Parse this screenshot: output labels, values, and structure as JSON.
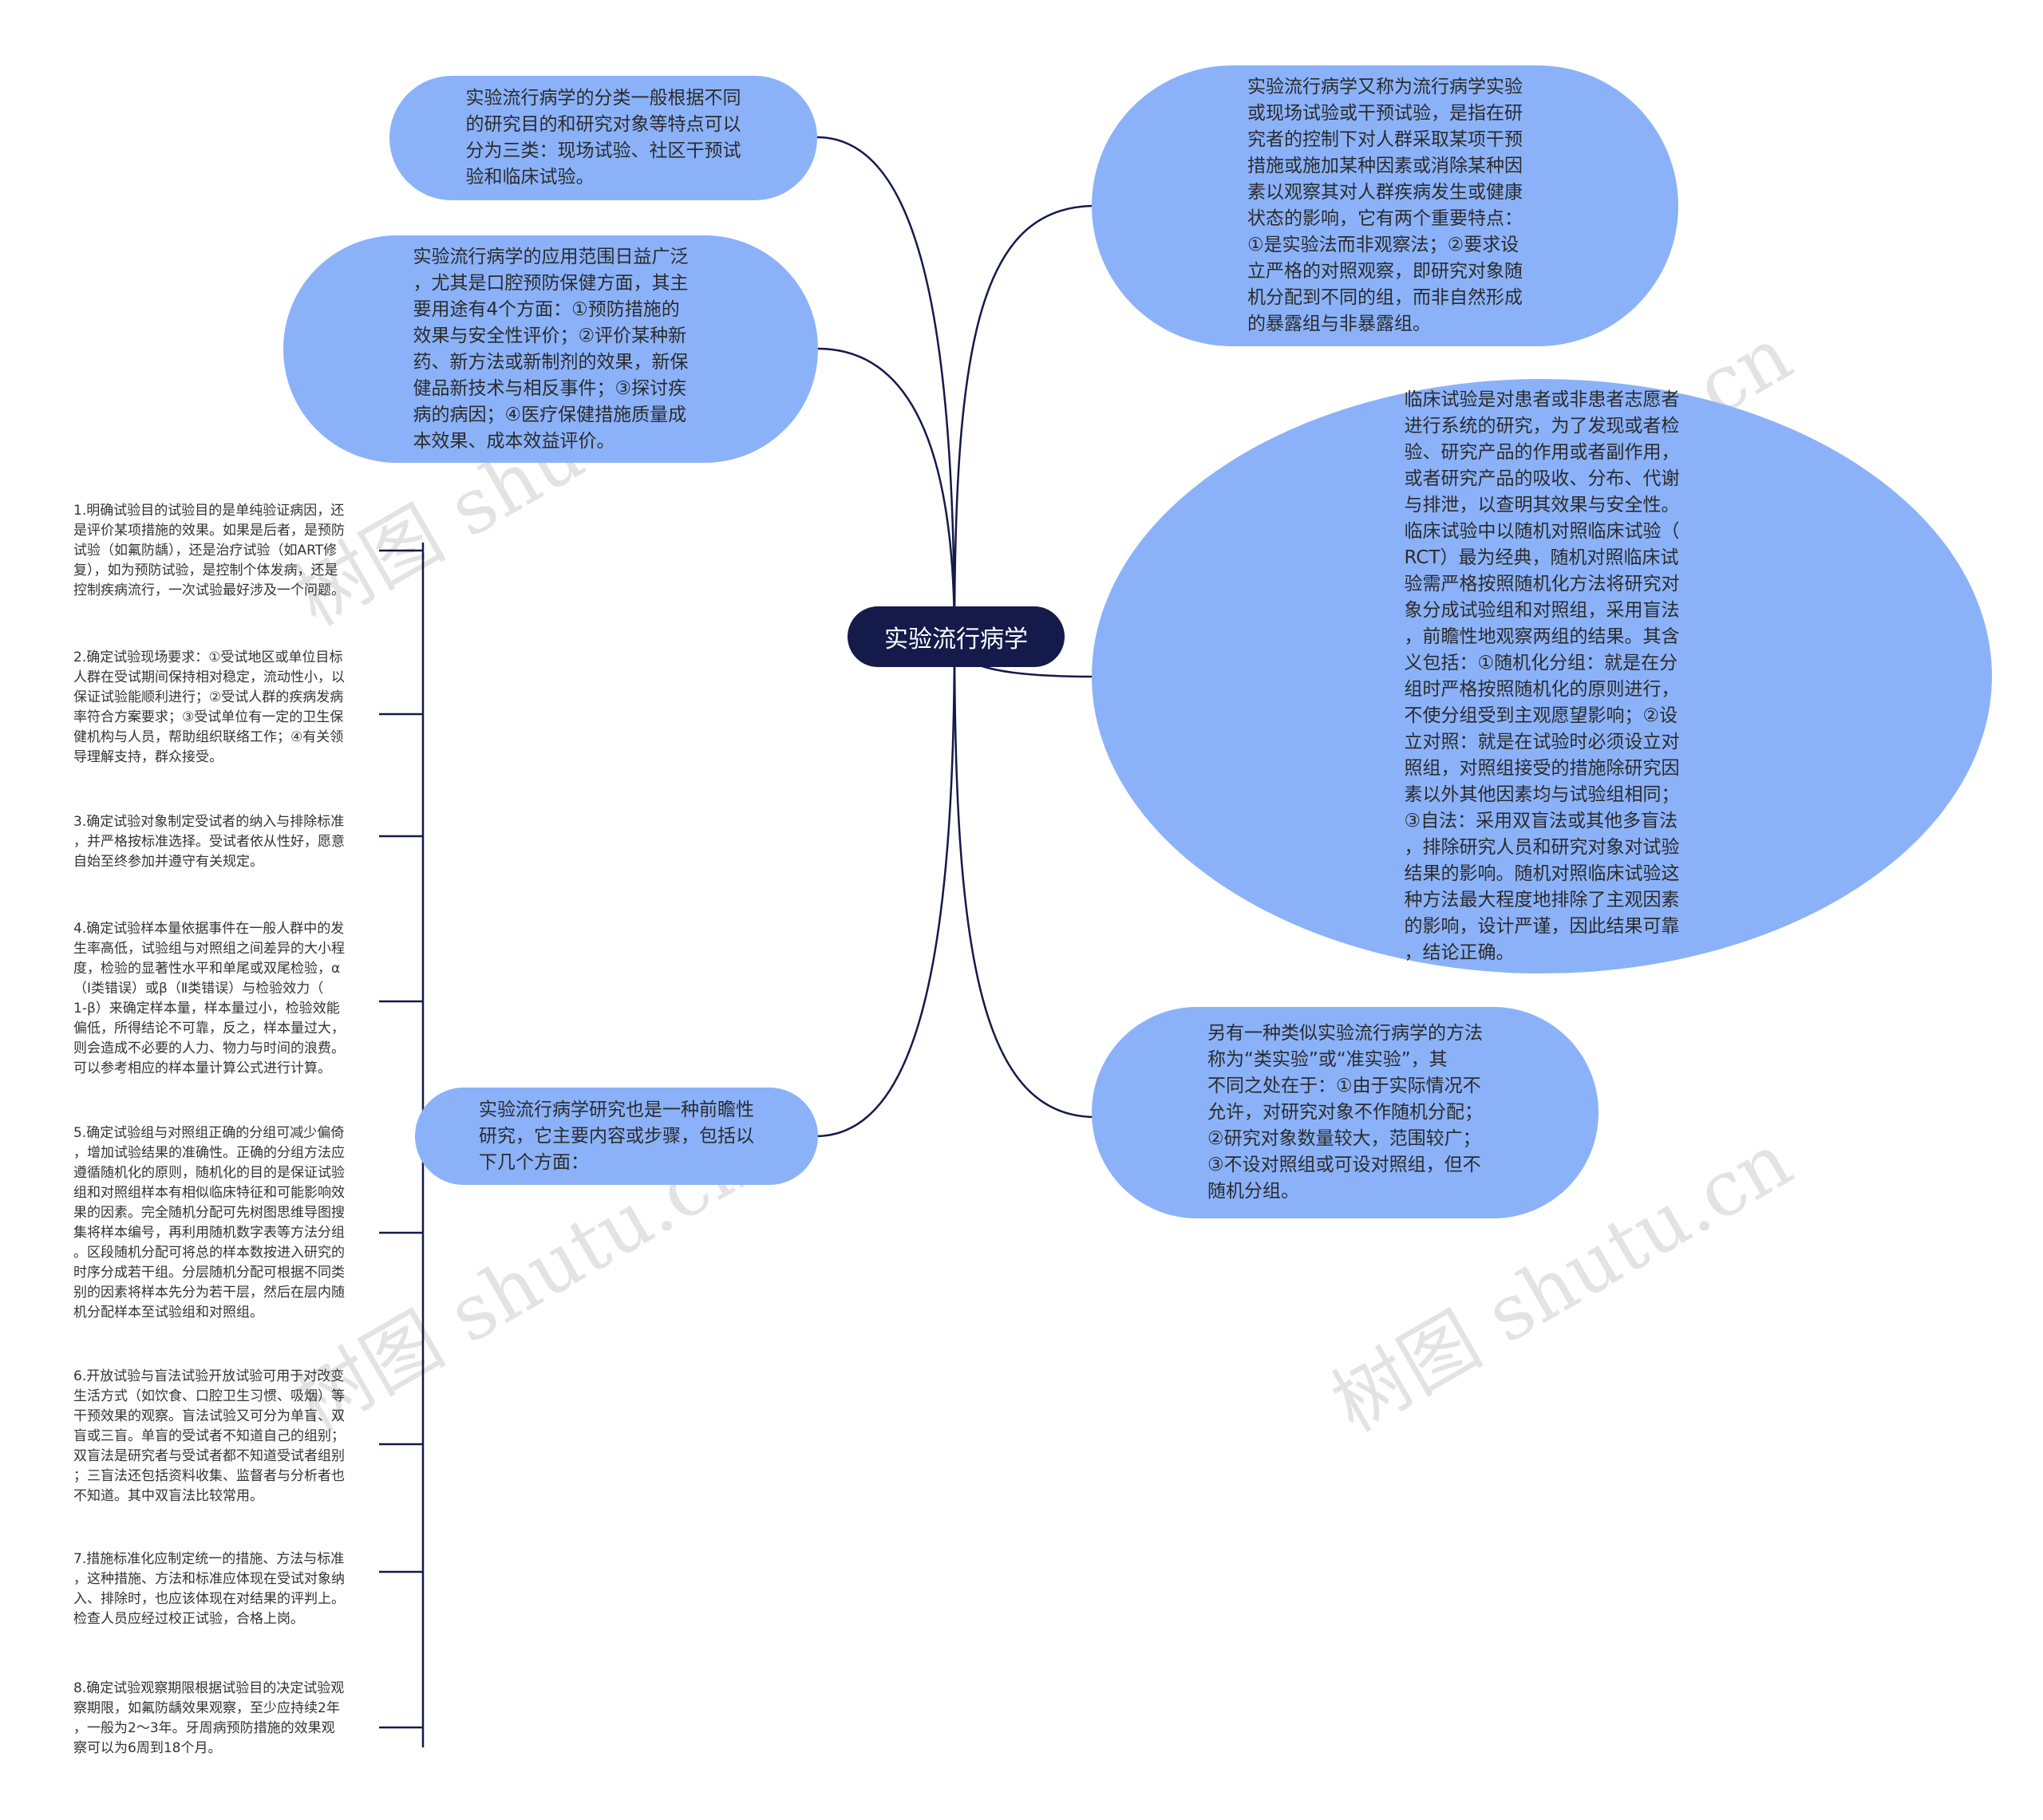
{
  "root": {
    "label": "实验流行病学"
  },
  "branches": [
    {
      "id": "classification",
      "text": "实验流行病学的分类一般根据不同\n的研究目的和研究对象等特点可以\n分为三类：现场试验、社区干预试\n验和临床试验。"
    },
    {
      "id": "application",
      "text": "实验流行病学的应用范围日益广泛\n，尤其是口腔预防保健方面，其主\n要用途有4个方面：①预防措施的\n效果与安全性评价；②评价某种新\n药、新方法或新制剂的效果，新保\n健品新技术与相反事件；③探讨疾\n病的病因；④医疗保健措施质量成\n本效果、成本效益评价。"
    },
    {
      "id": "steps",
      "text": "实验流行病学研究也是一种前瞻性\n研究，它主要内容或步骤，包括以\n下几个方面："
    },
    {
      "id": "definition",
      "text": "实验流行病学又称为流行病学实验\n或现场试验或干预试验，是指在研\n究者的控制下对人群采取某项干预\n措施或施加某种因素或消除某种因\n素以观察其对人群疾病发生或健康\n状态的影响，它有两个重要特点：\n①是实验法而非观察法；②要求设\n立严格的对照观察，即研究对象随\n机分配到不同的组，而非自然形成\n的暴露组与非暴露组。"
    },
    {
      "id": "clinical",
      "text": "临床试验是对患者或非患者志愿者\n进行系统的研究，为了发现或者检\n验、研究产品的作用或者副作用，\n或者研究产品的吸收、分布、代谢\n与排泄，以查明其效果与安全性。\n临床试验中以随机对照临床试验（\nRCT）最为经典，随机对照临床试\n验需严格按照随机化方法将研究对\n象分成试验组和对照组，采用盲法\n，前瞻性地观察两组的结果。其含\n义包括：①随机化分组：就是在分\n组时严格按照随机化的原则进行，\n不使分组受到主观愿望影响；②设\n立对照：就是在试验时必须设立对\n照组，对照组接受的措施除研究因\n素以外其他因素均与试验组相同；\n③自法：采用双盲法或其他多盲法\n，排除研究人员和研究对象对试验\n结果的影响。随机对照临床试验这\n种方法最大程度地排除了主观因素\n的影响，设计严谨，因此结果可靠\n，结论正确。"
    },
    {
      "id": "quasi",
      "text": "另有一种类似实验流行病学的方法\n称为“类实验”或“准实验”，其\n不同之处在于：①由于实际情况不\n允许，对研究对象不作随机分配；\n②研究对象数量较大，范围较广；\n③不设对照组或可设对照组，但不\n随机分组。"
    }
  ],
  "steps_items": [
    "1.明确试验目的试验目的是单纯验证病因，还\n是评价某项措施的效果。如果是后者，是预防\n试验（如氟防龋），还是治疗试验（如ART修\n复），如为预防试验，是控制个体发病，还是\n控制疾病流行，一次试验最好涉及一个问题。",
    "2.确定试验现场要求：①受试地区或单位目标\n人群在受试期间保持相对稳定，流动性小，以\n保证试验能顺利进行；②受试人群的疾病发病\n率符合方案要求；③受试单位有一定的卫生保\n健机构与人员，帮助组织联络工作；④有关领\n导理解支持，群众接受。",
    "3.确定试验对象制定受试者的纳入与排除标准\n，并严格按标准选择。受试者依从性好，愿意\n自始至终参加并遵守有关规定。",
    "4.确定试验样本量依据事件在一般人群中的发\n生率高低，试验组与对照组之间差异的大小程\n度，检验的显著性水平和单尾或双尾检验，α\n（Ⅰ类错误）或β（Ⅱ类错误）与检验效力（\n1-β）来确定样本量，样本量过小，检验效能\n偏低，所得结论不可靠，反之，样本量过大，\n则会造成不必要的人力、物力与时间的浪费。\n可以参考相应的样本量计算公式进行计算。",
    "5.确定试验组与对照组正确的分组可减少偏倚\n，增加试验结果的准确性。正确的分组方法应\n遵循随机化的原则，随机化的目的是保证试验\n组和对照组样本有相似临床特征和可能影响效\n果的因素。完全随机分配可先树图思维导图搜\n集将样本编号，再利用随机数字表等方法分组\n。区段随机分配可将总的样本数按进入研究的\n时序分成若干组。分层随机分配可根据不同类\n别的因素将样本先分为若干层，然后在层内随\n机分配样本至试验组和对照组。",
    "6.开放试验与盲法试验开放试验可用于对改变\n生活方式（如饮食、口腔卫生习惯、吸烟）等\n干预效果的观察。盲法试验又可分为单盲、双\n盲或三盲。单盲的受试者不知道自己的组别；\n双盲法是研究者与受试者都不知道受试者组别\n；三盲法还包括资料收集、监督者与分析者也\n不知道。其中双盲法比较常用。",
    "7.措施标准化应制定统一的措施、方法与标准\n，这种措施、方法和标准应体现在受试对象纳\n入、排除时，也应该体现在对结果的评判上。\n检查人员应经过校正试验，合格上岗。",
    "8.确定试验观察期限根据试验目的决定试验观\n察期限，如氟防龋效果观察，至少应持续2年\n，一般为2～3年。牙周病预防措施的效果观\n察可以为6周到18个月。"
  ],
  "watermarks": [
    "树图 shutu.cn",
    "树图 shutu.cn",
    "树图 shutu.cn",
    "树图 shutu.cn"
  ],
  "colors": {
    "bubble": "#8bb2f9",
    "root": "#141a4a",
    "line": "#141a4a"
  }
}
